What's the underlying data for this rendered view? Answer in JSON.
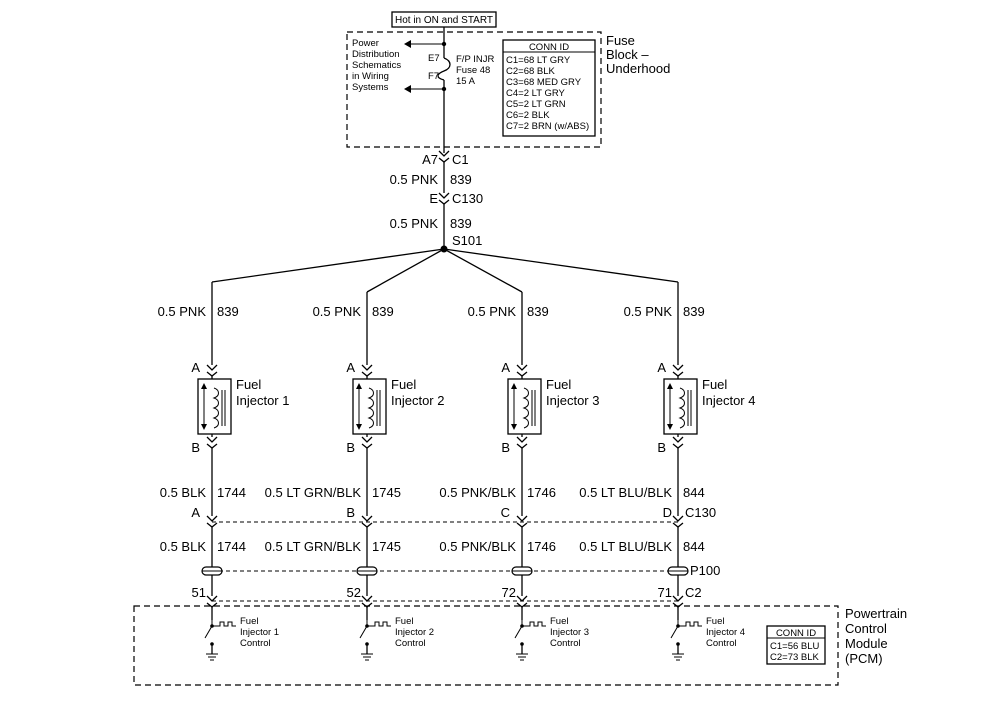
{
  "top_label": "Hot in ON and START",
  "fuse_block": {
    "title_lines": [
      "Fuse",
      "Block –",
      "Underhood"
    ],
    "power_dist_lines": [
      "Power",
      "Distribution",
      "Schematics",
      "in Wiring",
      "Systems"
    ],
    "fuse_pins": [
      "E7",
      "F7"
    ],
    "fuse_name_lines": [
      "F/P INJR",
      "Fuse 48",
      "15 A"
    ],
    "conn_header": "CONN ID",
    "conn_rows": [
      "C1=68 LT GRY",
      "C2=68 BLK",
      "C3=68 MED GRY",
      "C4=2 LT GRY",
      "C5=2 LT GRN",
      "C6=2 BLK",
      "C7=2 BRN (w/ABS)"
    ]
  },
  "feed": {
    "conn1_pin": "A7",
    "conn1_id": "C1",
    "wire1_color": "0.5 PNK",
    "wire1_circuit": "839",
    "conn2_pin": "E",
    "conn2_id": "C130",
    "wire2_color": "0.5 PNK",
    "wire2_circuit": "839",
    "splice": "S101"
  },
  "injectors": [
    {
      "feed_color": "0.5 PNK",
      "feed_circuit": "839",
      "pin_a": "A",
      "name_lines": [
        "Fuel",
        "Injector 1"
      ],
      "pin_b": "B",
      "out_color": "0.5 BLK",
      "out_circuit": "1744",
      "c130_pin": "A",
      "pcm_color": "0.5 BLK",
      "pcm_circuit": "1744",
      "pcm_pin": "51",
      "control_lines": [
        "Fuel",
        "Injector 1",
        "Control"
      ]
    },
    {
      "feed_color": "0.5 PNK",
      "feed_circuit": "839",
      "pin_a": "A",
      "name_lines": [
        "Fuel",
        "Injector 2"
      ],
      "pin_b": "B",
      "out_color": "0.5 LT GRN/BLK",
      "out_circuit": "1745",
      "c130_pin": "B",
      "pcm_color": "0.5 LT GRN/BLK",
      "pcm_circuit": "1745",
      "pcm_pin": "52",
      "control_lines": [
        "Fuel",
        "Injector 2",
        "Control"
      ]
    },
    {
      "feed_color": "0.5 PNK",
      "feed_circuit": "839",
      "pin_a": "A",
      "name_lines": [
        "Fuel",
        "Injector 3"
      ],
      "pin_b": "B",
      "out_color": "0.5 PNK/BLK",
      "out_circuit": "1746",
      "c130_pin": "C",
      "pcm_color": "0.5 PNK/BLK",
      "pcm_circuit": "1746",
      "pcm_pin": "72",
      "control_lines": [
        "Fuel",
        "Injector 3",
        "Control"
      ]
    },
    {
      "feed_color": "0.5 PNK",
      "feed_circuit": "839",
      "pin_a": "A",
      "name_lines": [
        "Fuel",
        "Injector 4"
      ],
      "pin_b": "B",
      "out_color": "0.5 LT BLU/BLK",
      "out_circuit": "844",
      "c130_pin": "D",
      "pcm_color": "0.5 LT BLU/BLK",
      "pcm_circuit": "844",
      "pcm_pin": "71",
      "control_lines": [
        "Fuel",
        "Injector 4",
        "Control"
      ]
    }
  ],
  "c130_label": "C130",
  "p100_label": "P100",
  "c2_label": "C2",
  "pcm": {
    "title_lines": [
      "Powertrain",
      "Control",
      "Module",
      "(PCM)"
    ],
    "conn_header": "CONN ID",
    "conn_rows": [
      "C1=56 BLU",
      "C2=73 BLK"
    ]
  }
}
